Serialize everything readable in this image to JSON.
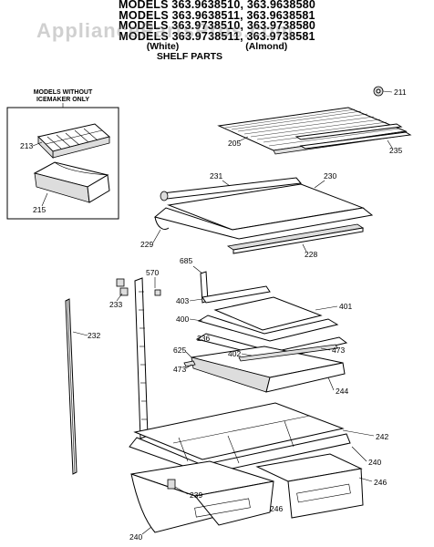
{
  "header": {
    "lines": [
      "MODELS 363.9638510, 363.9638580",
      "MODELS 363.9638511, 363.9638581",
      "MODELS 363.9738510, 363.9738580",
      "MODELS 363.9738511, 363.9738581"
    ],
    "white_label": "(White)",
    "almond_label": "(Almond)",
    "section_title": "SHELF PARTS"
  },
  "watermark": "AppliancePartsPros.com",
  "inset": {
    "title_line1": "MODELS WITHOUT",
    "title_line2": "ICEMAKER ONLY"
  },
  "parts": {
    "p211": "211",
    "p205": "205",
    "p235": "235",
    "p213": "213",
    "p215": "215",
    "p231": "231",
    "p230": "230",
    "p229": "229",
    "p228": "228",
    "p685": "685",
    "p570": "570",
    "p233": "233",
    "p403": "403",
    "p401": "401",
    "p400": "400",
    "p236": "236",
    "p232": "232",
    "p402": "402",
    "p473a": "473",
    "p625": "625",
    "p473b": "473",
    "p244": "244",
    "p242": "242",
    "p240a": "240",
    "p246a": "246",
    "p239": "239",
    "p246b": "246",
    "p240b": "240"
  }
}
